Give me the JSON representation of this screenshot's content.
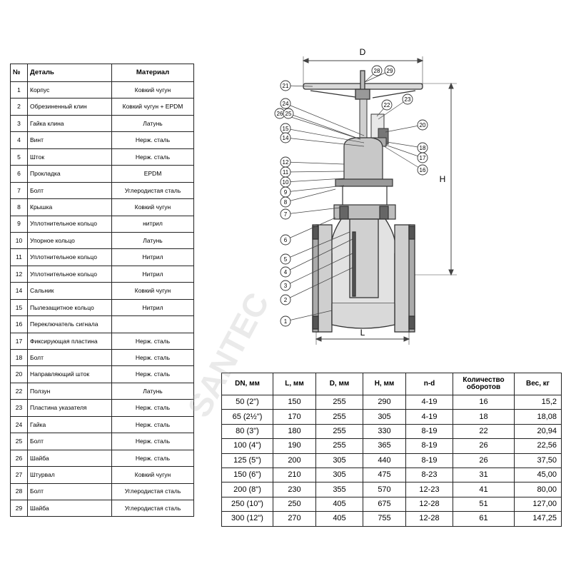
{
  "parts_table": {
    "headers": [
      "№",
      "Деталь",
      "Материал"
    ],
    "rows": [
      {
        "no": "1",
        "part": "Корпус",
        "material": "Ковкий чугун"
      },
      {
        "no": "2",
        "part": "Обрезиненный клин",
        "material": "Ковкий чугун + EPDM"
      },
      {
        "no": "3",
        "part": "Гайка клина",
        "material": "Латунь"
      },
      {
        "no": "4",
        "part": "Винт",
        "material": "Нерж. сталь"
      },
      {
        "no": "5",
        "part": "Шток",
        "material": "Нерж. сталь"
      },
      {
        "no": "6",
        "part": "Прокладка",
        "material": "EPDM"
      },
      {
        "no": "7",
        "part": "Болт",
        "material": "Углеродистая сталь"
      },
      {
        "no": "8",
        "part": "Крышка",
        "material": "Ковкий чугун"
      },
      {
        "no": "9",
        "part": "Уплотнительное кольцо",
        "material": "нитрил"
      },
      {
        "no": "10",
        "part": "Упорное кольцо",
        "material": "Латунь"
      },
      {
        "no": "11",
        "part": "Уплотнительное кольцо",
        "material": "Нитрил"
      },
      {
        "no": "12",
        "part": "Уплотнительное кольцо",
        "material": "Нитрил"
      },
      {
        "no": "14",
        "part": "Сальник",
        "material": "Ковкий чугун"
      },
      {
        "no": "15",
        "part": "Пылезащитное кольцо",
        "material": "Нитрил"
      },
      {
        "no": "16",
        "part": "Переключатель сигнала",
        "material": ""
      },
      {
        "no": "17",
        "part": "Фиксирующая пластина",
        "material": "Нерж. сталь"
      },
      {
        "no": "18",
        "part": "Болт",
        "material": "Нерж. сталь"
      },
      {
        "no": "20",
        "part": "Направляющий шток",
        "material": "Нерж. сталь"
      },
      {
        "no": "22",
        "part": "Ползун",
        "material": "Латунь"
      },
      {
        "no": "23",
        "part": "Пластина указателя",
        "material": "Нерж. сталь"
      },
      {
        "no": "24",
        "part": "Гайка",
        "material": "Нерж. сталь"
      },
      {
        "no": "25",
        "part": "Болт",
        "material": "Нерж. сталь"
      },
      {
        "no": "26",
        "part": "Шайба",
        "material": "Нерж. сталь"
      },
      {
        "no": "27",
        "part": "Штурвал",
        "material": "Ковкий чугун"
      },
      {
        "no": "28",
        "part": "Болт",
        "material": "Углеродистая сталь"
      },
      {
        "no": "29",
        "part": "Шайба",
        "material": "Углеродистая сталь"
      }
    ]
  },
  "dimensions_table": {
    "headers": [
      "DN, мм",
      "L, мм",
      "D, мм",
      "H, мм",
      "n-d",
      "Количество оборотов",
      "Вес, кг"
    ],
    "rows": [
      [
        "50 (2\")",
        "150",
        "255",
        "290",
        "4-19",
        "16",
        "15,2"
      ],
      [
        "65 (2½\")",
        "170",
        "255",
        "305",
        "4-19",
        "18",
        "18,08"
      ],
      [
        "80 (3\")",
        "180",
        "255",
        "330",
        "8-19",
        "22",
        "20,94"
      ],
      [
        "100 (4\")",
        "190",
        "255",
        "365",
        "8-19",
        "26",
        "22,56"
      ],
      [
        "125 (5\")",
        "200",
        "305",
        "440",
        "8-19",
        "26",
        "37,50"
      ],
      [
        "150 (6\")",
        "210",
        "305",
        "475",
        "8-23",
        "31",
        "45,00"
      ],
      [
        "200 (8\")",
        "230",
        "355",
        "570",
        "12-23",
        "41",
        "80,00"
      ],
      [
        "250 (10\")",
        "250",
        "405",
        "675",
        "12-28",
        "51",
        "127,00"
      ],
      [
        "300 (12\")",
        "270",
        "405",
        "755",
        "12-28",
        "61",
        "147,25"
      ]
    ]
  },
  "drawing": {
    "dim_D": "D",
    "dim_H": "H",
    "dim_L": "L",
    "callouts_left": [
      "21",
      "24",
      "26",
      "25",
      "15",
      "14",
      "12",
      "11",
      "10",
      "9",
      "8",
      "7",
      "6",
      "5",
      "4",
      "3",
      "2",
      "1"
    ],
    "callouts_top": [
      "28",
      "29"
    ],
    "callouts_right": [
      "23",
      "22",
      "20",
      "18",
      "17",
      "16"
    ]
  },
  "watermark": {
    "text": "SANTEC"
  }
}
